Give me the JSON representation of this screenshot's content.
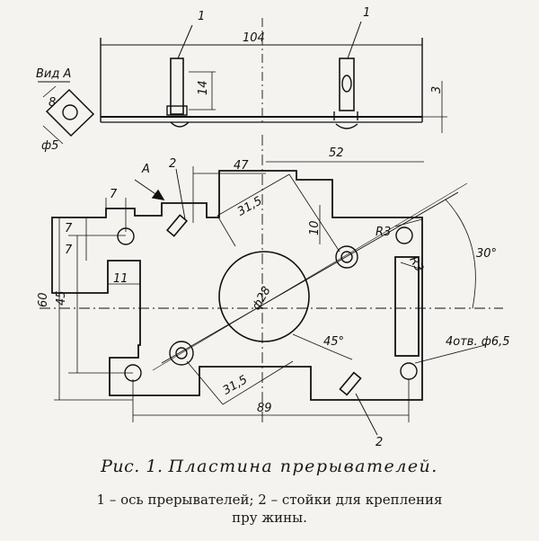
{
  "figure": {
    "caption_prefix": "Рис. 1.",
    "caption_title": "Пластина прерывателей.",
    "legend_line1": "1 – ось прерывателей; 2 – стойки для крепления",
    "legend_line2": "пру жины."
  },
  "view_label": "Вид А",
  "dimensions": {
    "d104": "104",
    "d14": "14",
    "d3": "3",
    "d47": "47",
    "d52": "52",
    "d7a": "7",
    "d7b": "7",
    "d7c": "7",
    "d11": "11",
    "d60": "60",
    "d45": "45",
    "d315a": "31,5",
    "d315b": "31,5",
    "d10": "10",
    "d28": "ф28",
    "dR3a": "R3",
    "dR3b": "R3",
    "d30": "30°",
    "d45deg": "45°",
    "d89": "89",
    "holes": "4отв. ф6,5",
    "view_8": "8",
    "view_d5": "ф5"
  },
  "callouts": {
    "c1a": "1",
    "c1b": "1",
    "c2a": "2",
    "c2b": "2",
    "view_arrow": "А"
  }
}
